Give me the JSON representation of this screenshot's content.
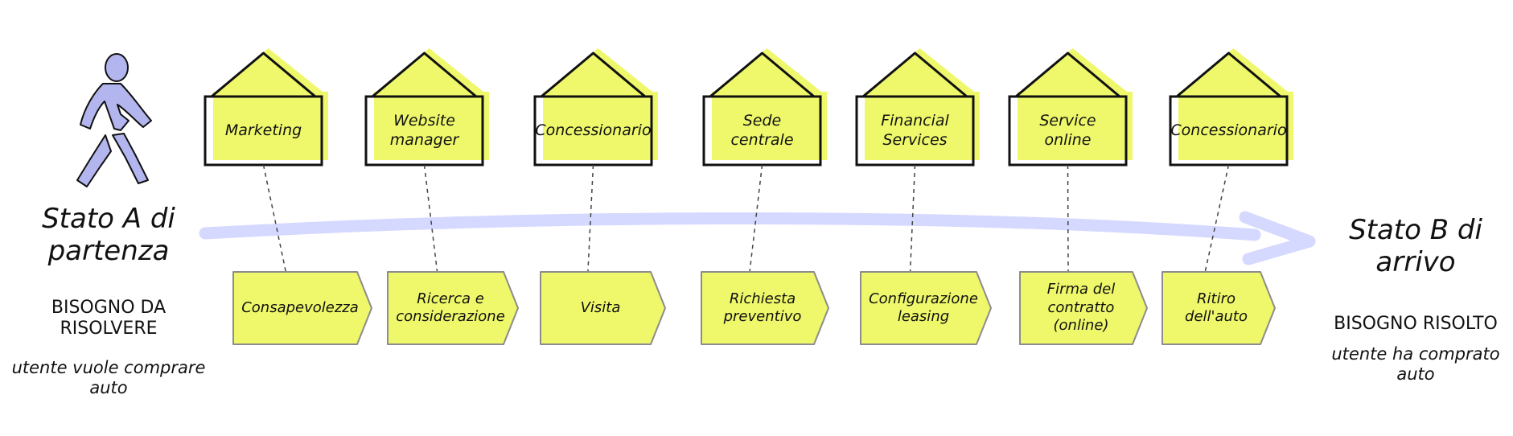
{
  "start": {
    "title": "Stato A di\npartenza",
    "need": "BISOGNO DA\nRISOLVERE",
    "desc": "utente vuole comprare\nauto"
  },
  "end": {
    "title": "Stato B di\narrivo",
    "need": "BISOGNO RISOLTO",
    "desc": "utente ha comprato\nauto"
  },
  "actors": [
    "Marketing",
    "Website\nmanager",
    "Concessionario",
    "Sede\ncentrale",
    "Financial\nServices",
    "Service\nonline",
    "Concessionario"
  ],
  "steps": [
    "Consapevolezza",
    "Ricerca e\nconsiderazione",
    "Visita",
    "Richiesta\npreventivo",
    "Configurazione\nleasing",
    "Firma del\ncontratto\n(online)",
    "Ritiro\ndell'auto"
  ],
  "colors": {
    "sticky": "#eef86a",
    "arrow": "#d6d9ff",
    "person": "#b3b5ee",
    "outline": "#111111",
    "step_border": "#8c8c8c"
  }
}
